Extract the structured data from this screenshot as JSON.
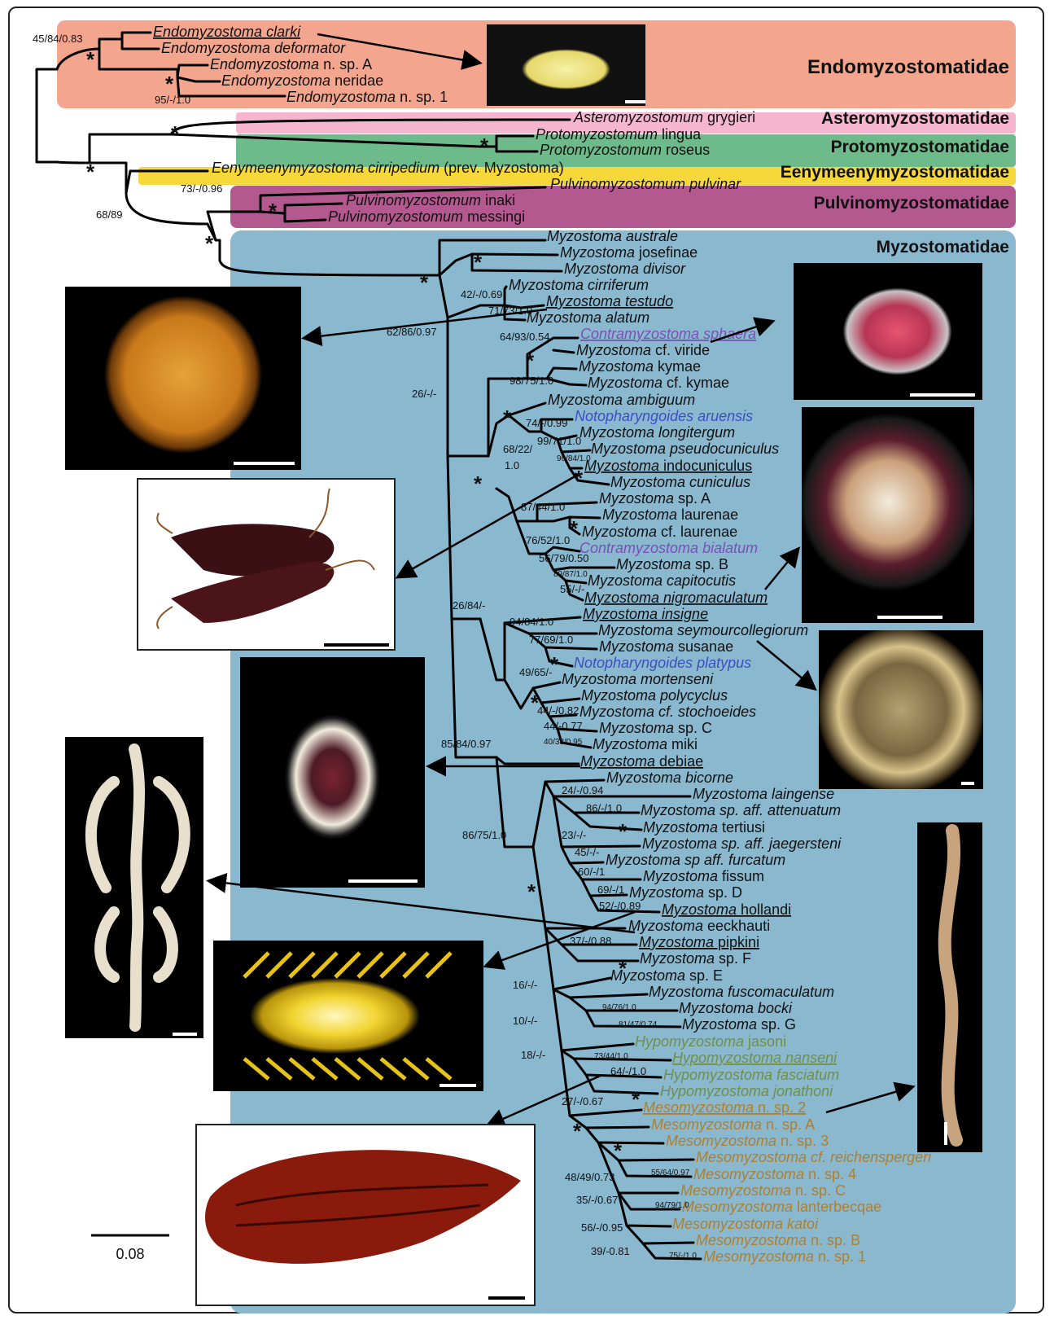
{
  "families": [
    {
      "name": "Endomyzostomatidae",
      "color": "#f4a58e"
    },
    {
      "name": "Asteromyzostomatidae",
      "color": "#f7b6cf"
    },
    {
      "name": "Protomyzostomatidae",
      "color": "#6dbb8a"
    },
    {
      "name": "Eenymeenymyzostomatidae",
      "color": "#f6d83a"
    },
    {
      "name": "Pulvinomyzostomatidae",
      "color": "#b4598f"
    },
    {
      "name": "Myzostomatidae",
      "color": "#8ab8cf"
    }
  ],
  "taxa": [
    {
      "genus": "Endomyzostoma",
      "epithet": "clarki",
      "ital": true,
      "color": "#111",
      "ul": true
    },
    {
      "genus": "Endomyzostoma",
      "epithet": "deformator",
      "ital": true,
      "color": "#111"
    },
    {
      "genus": "Endomyzostoma",
      "epithet": "n. sp. A",
      "ital": false,
      "color": "#111"
    },
    {
      "genus": "Endomyzostoma",
      "epithet": "neridae",
      "ital": false,
      "color": "#111"
    },
    {
      "genus": "Endomyzostoma",
      "epithet": "n. sp. 1",
      "ital": false,
      "color": "#111"
    },
    {
      "genus": "Asteromyzostomum",
      "epithet": "grygieri",
      "ital": false,
      "color": "#111"
    },
    {
      "genus": "Protomyzostomum",
      "epithet": "lingua",
      "ital": false,
      "color": "#111"
    },
    {
      "genus": "Protomyzostomum",
      "epithet": "roseus",
      "ital": false,
      "color": "#111"
    },
    {
      "genus": "Eenymeenymyzostoma",
      "epithet": "cirripedium",
      "suffix": "(prev. Myzostoma)",
      "ital": true,
      "color": "#111"
    },
    {
      "genus": "Pulvinomyzostomum",
      "epithet": "pulvinar",
      "ital": true,
      "color": "#111"
    },
    {
      "genus": "Pulvinomyzostomum",
      "epithet": "inaki",
      "ital": false,
      "color": "#111"
    },
    {
      "genus": "Pulvinomyzostomum",
      "epithet": "messingi",
      "ital": false,
      "color": "#111"
    },
    {
      "genus": "Myzostoma",
      "epithet": "australe",
      "ital": true,
      "color": "#111"
    },
    {
      "genus": "Myzostoma",
      "epithet": "josefinae",
      "ital": false,
      "color": "#111"
    },
    {
      "genus": "Myzostoma",
      "epithet": "divisor",
      "ital": true,
      "color": "#111"
    },
    {
      "genus": "Myzostoma",
      "epithet": "cirriferum",
      "ital": true,
      "color": "#111"
    },
    {
      "genus": "Myzostoma",
      "epithet": "testudo",
      "ital": true,
      "color": "#111",
      "ul": true
    },
    {
      "genus": "Myzostoma",
      "epithet": "alatum",
      "ital": true,
      "color": "#111"
    },
    {
      "genus": "Contramyzostoma",
      "epithet": "sphaera",
      "ital": true,
      "color": "#7a4fb8",
      "ul": true
    },
    {
      "genus": "Myzostoma",
      "epithet": "cf. viride",
      "ital": false,
      "color": "#111"
    },
    {
      "genus": "Myzostoma",
      "epithet": "kymae",
      "ital": false,
      "color": "#111"
    },
    {
      "genus": "Myzostoma",
      "epithet": "cf. kymae",
      "ital": false,
      "color": "#111"
    },
    {
      "genus": "Myzostoma",
      "epithet": "ambiguum",
      "ital": true,
      "color": "#111"
    },
    {
      "genus": "Notopharyngoides",
      "epithet": "aruensis",
      "ital": true,
      "color": "#3b4fc4"
    },
    {
      "genus": "Myzostoma",
      "epithet": "longitergum",
      "ital": true,
      "color": "#111"
    },
    {
      "genus": "Myzostoma",
      "epithet": "pseudocuniculus",
      "ital": true,
      "color": "#111"
    },
    {
      "genus": "Myzostoma",
      "epithet": "indocuniculus",
      "ital": false,
      "color": "#111",
      "ul": true
    },
    {
      "genus": "Myzostoma",
      "epithet": "cuniculus",
      "ital": true,
      "color": "#111"
    },
    {
      "genus": "Myzostoma",
      "epithet": "sp. A",
      "ital": false,
      "color": "#111"
    },
    {
      "genus": "Myzostoma",
      "epithet": "laurenae",
      "ital": false,
      "color": "#111"
    },
    {
      "genus": "Myzostoma",
      "epithet": "cf. laurenae",
      "ital": false,
      "color": "#111"
    },
    {
      "genus": "Contramyzostoma",
      "epithet": "bialatum",
      "ital": true,
      "color": "#7a4fb8"
    },
    {
      "genus": "Myzostoma",
      "epithet": "sp. B",
      "ital": false,
      "color": "#111"
    },
    {
      "genus": "Myzostoma",
      "epithet": "capitocutis",
      "ital": true,
      "color": "#111"
    },
    {
      "genus": "Myzostoma",
      "epithet": "nigromaculatum",
      "ital": true,
      "color": "#111",
      "ul": true
    },
    {
      "genus": "Myzostoma",
      "epithet": "insigne",
      "ital": true,
      "color": "#111",
      "ul": true
    },
    {
      "genus": "Myzostoma",
      "epithet": "seymourcollegiorum",
      "ital": true,
      "color": "#111"
    },
    {
      "genus": "Myzostoma",
      "epithet": "susanae",
      "ital": false,
      "color": "#111"
    },
    {
      "genus": "Notopharyngoides",
      "epithet": "platypus",
      "ital": true,
      "color": "#3b4fc4"
    },
    {
      "genus": "Myzostoma",
      "epithet": "mortenseni",
      "ital": true,
      "color": "#111"
    },
    {
      "genus": "Myzostoma",
      "epithet": "polycyclus",
      "ital": true,
      "color": "#111"
    },
    {
      "genus": "Myzostoma",
      "epithet": "cf. stochoeides",
      "ital": true,
      "color": "#111"
    },
    {
      "genus": "Myzostoma",
      "epithet": "sp. C",
      "ital": false,
      "color": "#111"
    },
    {
      "genus": "Myzostoma",
      "epithet": "miki",
      "ital": false,
      "color": "#111"
    },
    {
      "genus": "Myzostoma",
      "epithet": "debiae",
      "ital": false,
      "color": "#111",
      "ul": true
    },
    {
      "genus": "Myzostoma",
      "epithet": "bicorne",
      "ital": true,
      "color": "#111"
    },
    {
      "genus": "Myzostoma",
      "epithet": "laingense",
      "ital": true,
      "color": "#111"
    },
    {
      "genus": "Myzostoma",
      "epithet": "sp. aff. attenuatum",
      "ital": true,
      "color": "#111"
    },
    {
      "genus": "Myzostoma",
      "epithet": "tertiusi",
      "ital": false,
      "color": "#111"
    },
    {
      "genus": "Myzostoma",
      "epithet": "sp. aff. jaegersteni",
      "ital": true,
      "color": "#111"
    },
    {
      "genus": "Myzostoma",
      "epithet": "sp aff. furcatum",
      "ital": true,
      "color": "#111"
    },
    {
      "genus": "Myzostoma",
      "epithet": "fissum",
      "ital": false,
      "color": "#111"
    },
    {
      "genus": "Myzostoma",
      "epithet": "sp. D",
      "ital": false,
      "color": "#111"
    },
    {
      "genus": "Myzostoma",
      "epithet": "hollandi",
      "ital": false,
      "color": "#111",
      "ul": true
    },
    {
      "genus": "Myzostoma",
      "epithet": "eeckhauti",
      "ital": false,
      "color": "#111"
    },
    {
      "genus": "Myzostoma",
      "epithet": "pipkini",
      "ital": false,
      "color": "#111",
      "ul": true
    },
    {
      "genus": "Myzostoma",
      "epithet": "sp. F",
      "ital": false,
      "color": "#111"
    },
    {
      "genus": "Myzostoma",
      "epithet": "sp. E",
      "ital": false,
      "color": "#111"
    },
    {
      "genus": "Myzostoma",
      "epithet": "fuscomaculatum",
      "ital": true,
      "color": "#111"
    },
    {
      "genus": "Myzostoma",
      "epithet": "bocki",
      "ital": true,
      "color": "#111"
    },
    {
      "genus": "Myzostoma",
      "epithet": "sp. G",
      "ital": false,
      "color": "#111"
    },
    {
      "genus": "Hypomyzostoma",
      "epithet": "jasoni",
      "ital": false,
      "color": "#6f8f4a"
    },
    {
      "genus": "Hypomyzostoma",
      "epithet": "nanseni",
      "ital": true,
      "color": "#6f8f4a",
      "ul": true
    },
    {
      "genus": "Hypomyzostoma",
      "epithet": "fasciatum",
      "ital": true,
      "color": "#6f8f4a"
    },
    {
      "genus": "Hypomyzostoma",
      "epithet": "jonathoni",
      "ital": true,
      "color": "#6f8f4a"
    },
    {
      "genus": "Mesomyzostoma",
      "epithet": "n. sp. 2",
      "ital": false,
      "color": "#b07f2e",
      "ul": true
    },
    {
      "genus": "Mesomyzostoma",
      "epithet": "n. sp. A",
      "ital": false,
      "color": "#b07f2e"
    },
    {
      "genus": "Mesomyzostoma",
      "epithet": "n. sp. 3",
      "ital": false,
      "color": "#b07f2e"
    },
    {
      "genus": "Mesomyzostoma",
      "epithet": "cf. reichenspergeri",
      "ital": true,
      "color": "#b07f2e"
    },
    {
      "genus": "Mesomyzostoma",
      "epithet": "n. sp. 4",
      "ital": false,
      "color": "#b07f2e"
    },
    {
      "genus": "Mesomyzostoma",
      "epithet": "n. sp. C",
      "ital": false,
      "color": "#b07f2e"
    },
    {
      "genus": "Mesomyzostoma",
      "epithet": "lanterbecqae",
      "ital": false,
      "color": "#b07f2e"
    },
    {
      "genus": "Mesomyzostoma",
      "epithet": "katoi",
      "ital": true,
      "color": "#b07f2e"
    },
    {
      "genus": "Mesomyzostoma",
      "epithet": "n. sp. B",
      "ital": false,
      "color": "#b07f2e"
    },
    {
      "genus": "Mesomyzostoma",
      "epithet": "n. sp. 1",
      "ital": false,
      "color": "#b07f2e"
    }
  ],
  "support": [
    "45/84/0.83",
    "95/-/1.0",
    "73/-/0.96",
    "68/89",
    "42/-/0.69",
    "71/73/1.0",
    "62/86/0.97",
    "64/93/0.54",
    "98/75/1.0",
    "26/-/-",
    "74/-/0.99",
    "99/71/1.0",
    "96/84/1.0",
    "68/22/",
    "1.0",
    "87/44/1.0",
    "76/52/1.0",
    "56/79/0.50",
    "89/87/1.0",
    "55/-/-",
    "26/84/-",
    "94/84/1.0",
    "77/69/1.0",
    "49/65/-",
    "44/-/0.82",
    "44/-0.77",
    "40/38/0.95",
    "85/84/0.97",
    "24/-/0.94",
    "86/-/1.0",
    "23/-/-",
    "45/-/-",
    "60/-/1",
    "69/-/1",
    "52/-/0.89",
    "37/-/0.88",
    "16/-/-",
    "94/76/1.0",
    "81/47/0.74",
    "10/-/-",
    "86/75/1.0",
    "18/-/-",
    "73/44/1.0",
    "64/-/1.0",
    "27/-/0.67",
    "55/64/0.97",
    "48/49/0.73",
    "94/79/1.0",
    "35/-/0.67",
    "56/-/0.95",
    "75/-/1.0",
    "39/-0.81"
  ],
  "strong_support_symbol": "*",
  "scalebar_label": "0.08"
}
